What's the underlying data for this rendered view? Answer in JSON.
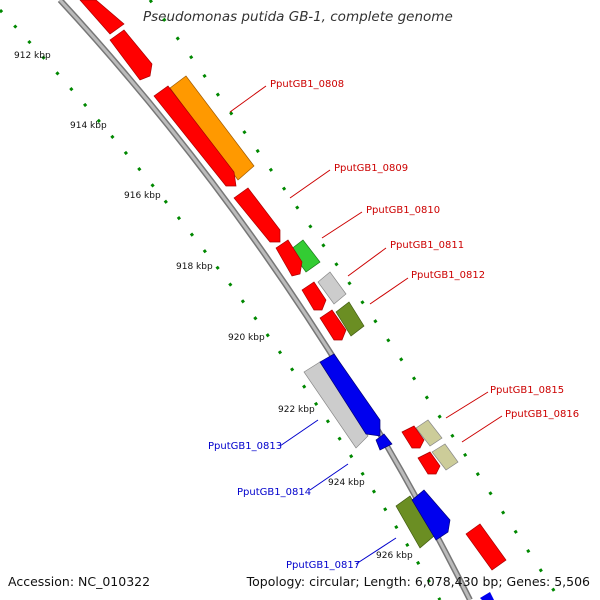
{
  "title": "Pseudomonas putida GB-1, complete genome",
  "footer": {
    "accession": "Accession: NC_010322",
    "info": "Topology: circular; Length: 6,078,430 bp; Genes: 5,506"
  },
  "scale_labels": [
    "912 kbp",
    "914 kbp",
    "916 kbp",
    "918 kbp",
    "920 kbp",
    "922 kbp",
    "924 kbp",
    "926 kbp"
  ],
  "gene_labels": {
    "pput0808": "PputGB1_0808",
    "pput0809": "PputGB1_0809",
    "pput0810": "PputGB1_0810",
    "pput0811": "PputGB1_0811",
    "pput0812": "PputGB1_0812",
    "pput0815": "PputGB1_0815",
    "pput0816": "PputGB1_0816",
    "pput0813": "PputGB1_0813",
    "pput0814": "PputGB1_0814",
    "pput0817": "PputGB1_0817"
  },
  "colors": {
    "cds": "#ff0000",
    "orange_gene": "#ff9900",
    "green_gene": "#33cc33",
    "gray_gene": "#cccccc",
    "olive_gene": "#6b8e23",
    "khaki_gene": "#cccc99",
    "blue_gene": "#0000ee",
    "forward_label": "#cc0000",
    "reverse_label": "#0000cc",
    "backbone": "#999999",
    "dots": "#008800"
  },
  "icons": []
}
